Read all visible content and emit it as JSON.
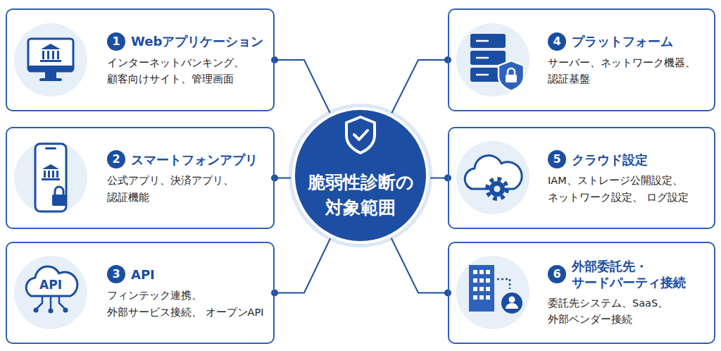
{
  "diagram": {
    "nodes": [
      {
        "text": [
          "脆弱性診断の 対象範囲"
        ]
      },
      {
        "text": [
          "1",
          "Webアプリケーション",
          "インターネットバンキング、 顧客向けサイト、管理画面"
        ]
      },
      {
        "text": [
          "2",
          "スマートフォンアプリ",
          "公式アプリ、決済アプリ、 認証機能"
        ]
      },
      {
        "text": [
          "3",
          "API",
          "フィンテック連携、 外部サービス接続、 オープンAPI"
        ]
      },
      {
        "text": [
          "4",
          "プラットフォーム",
          "サーバー、ネットワーク機器、 認証基盤"
        ]
      },
      {
        "text": [
          "5",
          "クラウド設定",
          "IAM、ストレージ公開設定、 ネットワーク設定、 ログ設定"
        ]
      },
      {
        "text": [
          "6",
          "外部委託先・ サードパーティ接続",
          "委託先システム、SaaS、 外部ベンダー接続"
        ]
      }
    ],
    "edges": [
      {
        "from": 0,
        "to": 1,
        "arrow": "none"
      },
      {
        "from": 0,
        "to": 2,
        "arrow": "none"
      },
      {
        "from": 0,
        "to": 3,
        "arrow": "none"
      },
      {
        "from": 0,
        "to": 4,
        "arrow": "none"
      },
      {
        "from": 0,
        "to": 5,
        "arrow": "none"
      },
      {
        "from": 0,
        "to": 6,
        "arrow": "none"
      }
    ],
    "labels": [
      "API"
    ]
  }
}
